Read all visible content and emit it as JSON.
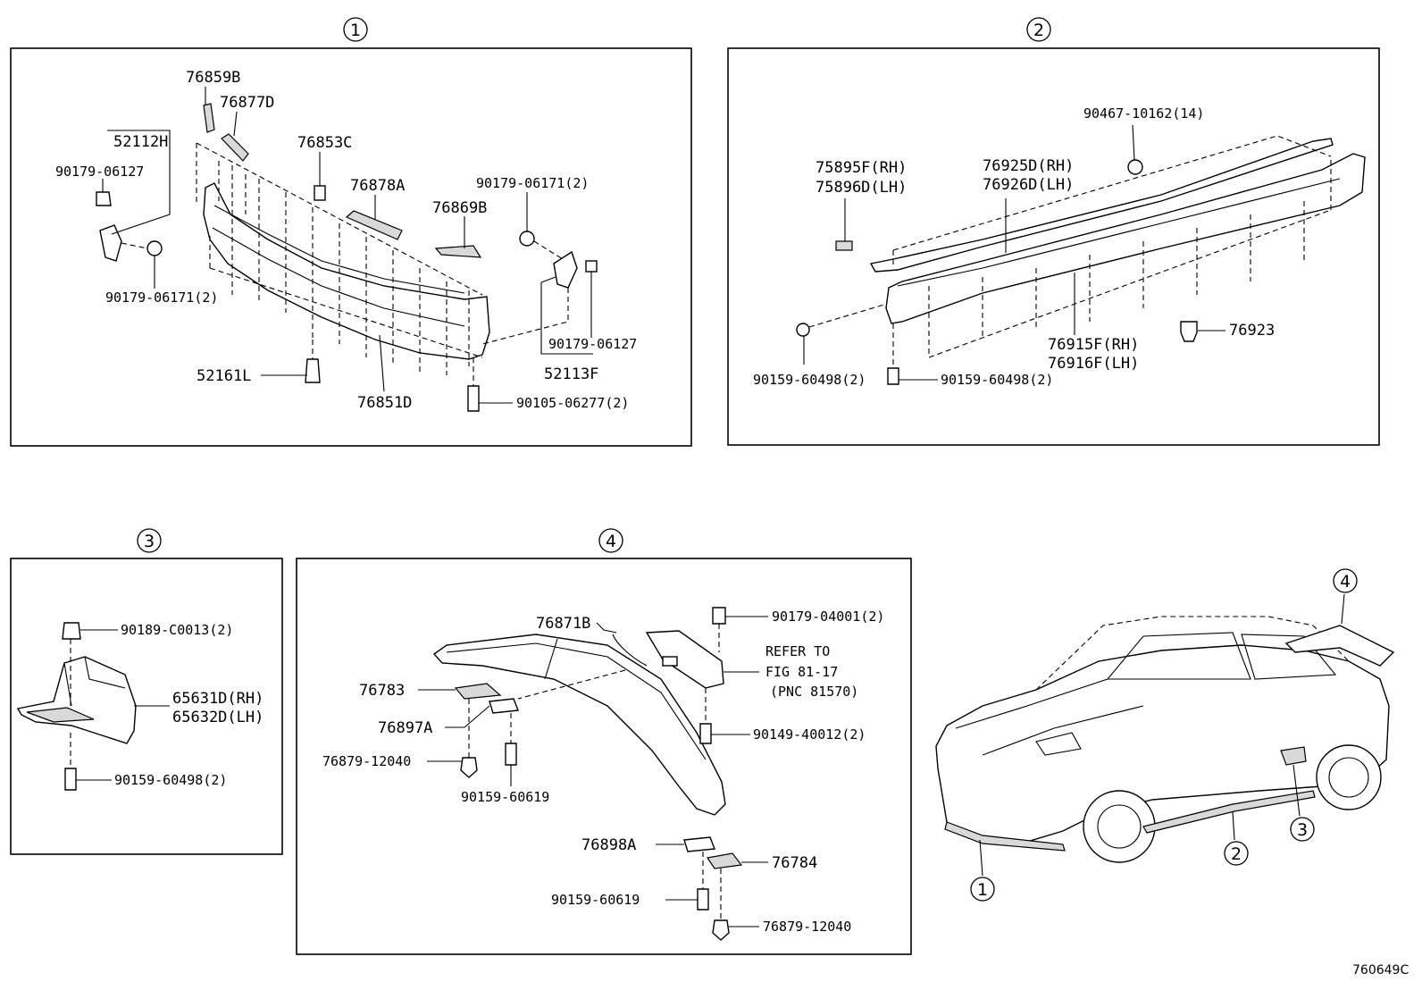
{
  "panels": [
    {
      "number": "1"
    },
    {
      "number": "2"
    },
    {
      "number": "3"
    },
    {
      "number": "4"
    }
  ],
  "panel1": {
    "p76859B": "76859B",
    "p76877D": "76877D",
    "p52112H": "52112H",
    "p90179_06127_a": "90179-06127",
    "p76853C": "76853C",
    "p76878A": "76878A",
    "p90179_06171_top": "90179-06171(2)",
    "p76869B": "76869B",
    "p90179_06171_left": "90179-06171(2)",
    "p90179_06127_b": "90179-06127",
    "p52113F": "52113F",
    "p52161L": "52161L",
    "p76851D": "76851D",
    "p90105_06277": "90105-06277(2)"
  },
  "panel2": {
    "p90467": "90467-10162(14)",
    "p75895F": "75895F(RH)",
    "p75896D": "75896D(LH)",
    "p76925D": "76925D(RH)",
    "p76926D": "76926D(LH)",
    "p76923": "76923",
    "p76915F": "76915F(RH)",
    "p76916F": "76916F(LH)",
    "p90159_a": "90159-60498(2)",
    "p90159_b": "90159-60498(2)"
  },
  "panel3": {
    "p90189": "90189-C0013(2)",
    "p65631D": "65631D(RH)",
    "p65632D": "65632D(LH)",
    "p90159": "90159-60498(2)"
  },
  "panel4": {
    "p76871B": "76871B",
    "p90179_04001": "90179-04001(2)",
    "refer1": "REFER TO",
    "refer2": "FIG 81-17",
    "refer3": "(PNC 81570)",
    "p76783": "76783",
    "p76897A": "76897A",
    "p90149": "90149-40012(2)",
    "p76879_a": "76879-12040",
    "p90159_a": "90159-60619",
    "p76898A": "76898A",
    "p76784": "76784",
    "p90159_b": "90159-60619",
    "p76879_b": "76879-12040"
  },
  "car": {
    "c1": "1",
    "c2": "2",
    "c3": "3",
    "c4": "4"
  },
  "figure_id": "760649C"
}
